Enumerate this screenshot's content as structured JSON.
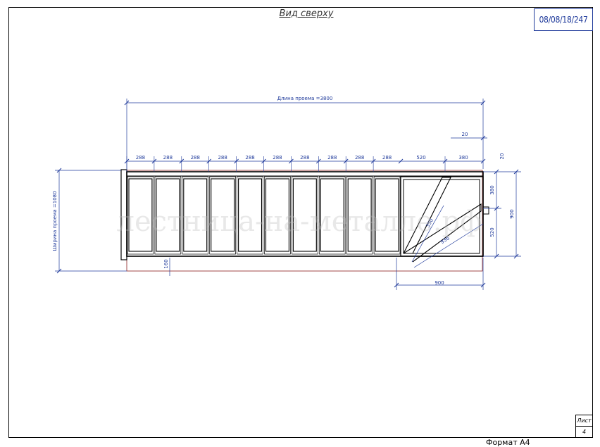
{
  "drawing": {
    "title": "Вид сверху",
    "code": "08/08/18/247",
    "sheet_label": "Лист",
    "sheet_number": "4",
    "format": "Формат A4",
    "watermark": "лестница-на-металле.рф"
  },
  "dimensions": {
    "opening_length": "Длина проема =3800",
    "opening_width": "Ширина проема =1080",
    "step": "288",
    "winder_width": "520",
    "landing_segment": "380",
    "offset_top": "20",
    "offset_side": "20",
    "right_upper": "380",
    "right_lower": "520",
    "right_total": "900",
    "bottom_total": "900",
    "bottom_small": "160",
    "diag_1": "350",
    "diag_2": "936"
  },
  "colors": {
    "dimension": "#1f3a9b",
    "outline": "#000000",
    "opening": "#8b1c1c"
  }
}
